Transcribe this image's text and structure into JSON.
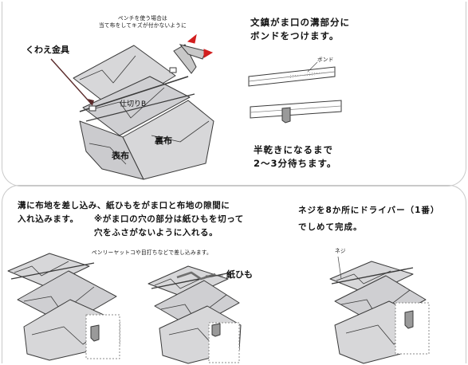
{
  "top_left": {
    "pliers_note": "ペンチを使う場合は\n当て布をしてキズが付かないように",
    "clasp_label": "くわえ金具",
    "divider_label": "仕切りB",
    "outer_label": "表布",
    "lining_label": "裏布"
  },
  "top_right": {
    "instruction": "文鎮がま口の溝部分に\nボンドをつけます。",
    "bond_label": "ボンド",
    "wait_text": "半乾きになるまで\n2〜3分待ちます。"
  },
  "bottom_left": {
    "instruction": "溝に布地を差し込み、紙ひもをがま口と布地の隙間に\n入れ込みます。",
    "note": "※がま口の穴の部分は紙ひもを切って\n穴をふさがないように入れる。",
    "tool_note": "ペンリーヤットコや目打ちなどで差し込みます。",
    "cord_label": "紙ひも"
  },
  "bottom_right": {
    "instruction": "ネジを8か所にドライバー（1番）\nでしめて完成。",
    "screw_label": "ネジ"
  },
  "colors": {
    "fabric": "#d7d7d9",
    "line": "#3a3a3a",
    "red": "#d21f1f",
    "paper_cord": "#6f6f6f"
  }
}
